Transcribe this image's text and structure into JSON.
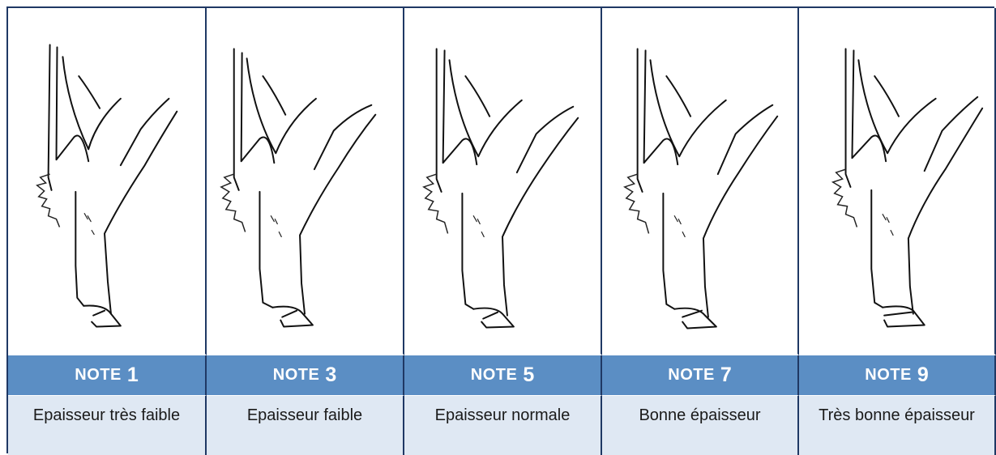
{
  "columns": [
    {
      "note_label": "NOTE",
      "note_value": "1",
      "description": "Epaisseur très faible",
      "image": "leg-sketch-icon"
    },
    {
      "note_label": "NOTE",
      "note_value": "3",
      "description": "Epaisseur faible",
      "image": "leg-sketch-icon"
    },
    {
      "note_label": "NOTE",
      "note_value": "5",
      "description": "Epaisseur normale",
      "image": "leg-sketch-icon"
    },
    {
      "note_label": "NOTE",
      "note_value": "7",
      "description": "Bonne épaisseur",
      "image": "leg-sketch-icon"
    },
    {
      "note_label": "NOTE",
      "note_value": "9",
      "description": "Très bonne épaisseur",
      "image": "leg-sketch-icon"
    }
  ],
  "colors": {
    "header_bg": "#5b8ec4",
    "desc_bg": "#dfe8f3",
    "border": "#1f3864"
  }
}
